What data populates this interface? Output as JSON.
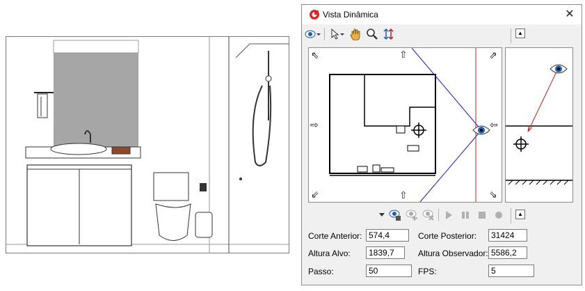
{
  "dialog": {
    "title": "Vista Dinâmica",
    "close_glyph": "✕"
  },
  "toolbar": {
    "icons": [
      "camera-dropdown-icon",
      "cursor-dropdown-icon",
      "hand-icon",
      "zoom-icon",
      "fit-arrows-icon"
    ],
    "collapse_glyph": "▲"
  },
  "playback": {
    "icons": [
      "dropdown-arrow-icon",
      "save-camera-icon",
      "add-camera-icon",
      "delete-camera-icon",
      "play-icon",
      "pause-icon",
      "stop-icon",
      "record-icon"
    ],
    "collapse_glyph": "▲"
  },
  "fields": {
    "corte_anterior": {
      "label": "Corte Anterior:",
      "value": "574,4"
    },
    "corte_posterior": {
      "label": "Corte Posterior:",
      "value": "31424"
    },
    "altura_alvo": {
      "label": "Altura Alvo:",
      "value": "1839,7"
    },
    "altura_observador": {
      "label": "Altura Observador:",
      "value": "5586,2"
    },
    "passo": {
      "label": "Passo:",
      "value": "50"
    },
    "fps": {
      "label": "FPS:",
      "value": "5"
    }
  },
  "colors": {
    "view_line_blue": "#1a1acc",
    "clip_line_red": "#c02020",
    "eye_blue": "#1f5fae",
    "wall_gray": "#a6a6a6"
  }
}
